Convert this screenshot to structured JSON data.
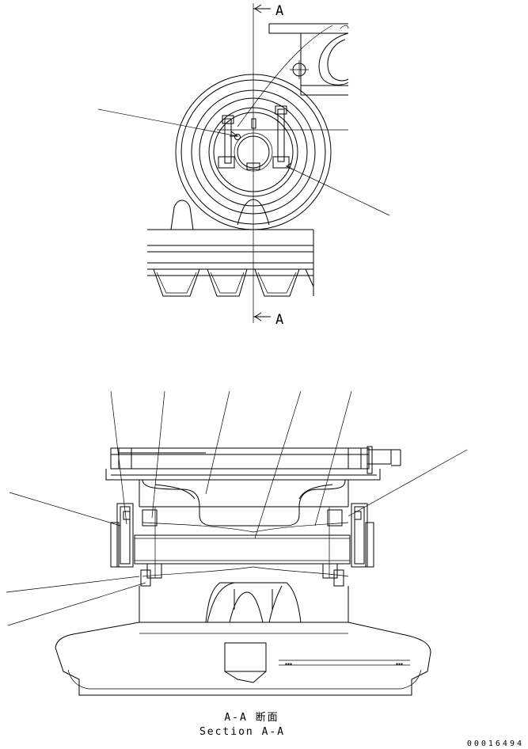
{
  "section_marker_top": "A",
  "section_marker_bottom": "A",
  "caption_jp": "A-A 断面",
  "caption_en": "Section A-A",
  "drawing_number": "00016494"
}
